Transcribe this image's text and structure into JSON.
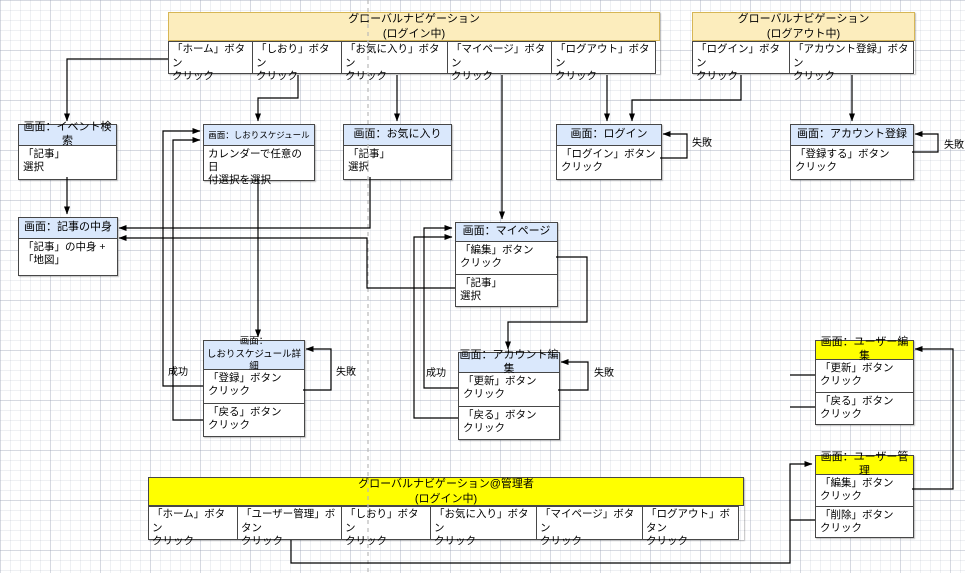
{
  "navs": {
    "logged_in": {
      "title": "グローバルナビゲーション\n(ログイン中)",
      "buttons": [
        "「ホーム」ボタン\nクリック",
        "「しおり」ボタン\nクリック",
        "「お気に入り」ボタン\nクリック",
        "「マイページ」ボタン\nクリック",
        "「ログアウト」ボタン\nクリック"
      ]
    },
    "logged_out": {
      "title": "グローバルナビゲーション\n(ログアウト中)",
      "buttons": [
        "「ログイン」ボタン\nクリック",
        "「アカウント登録」ボタン\nクリック"
      ]
    },
    "admin": {
      "title": "グローバルナビゲーション@管理者\n(ログイン中)",
      "buttons": [
        "「ホーム」ボタン\nクリック",
        "「ユーザー管理」ボタン\nクリック",
        "「しおり」ボタン\nクリック",
        "「お気に入り」ボタン\nクリック",
        "「マイページ」ボタン\nクリック",
        "「ログアウト」ボタン\nクリック"
      ]
    }
  },
  "screens": {
    "event_search": {
      "title": "画面：イベント検索",
      "rows": [
        "「記事」\n選択"
      ]
    },
    "shiori_schedule": {
      "title": "画面：しおりスケジュール",
      "rows": [
        "カレンダーで任意の日\n付選択を選択"
      ]
    },
    "favorites": {
      "title": "画面：お気に入り",
      "rows": [
        "「記事」\n選択"
      ]
    },
    "login": {
      "title": "画面：ログイン",
      "rows": [
        "「ログイン」ボタン\nクリック"
      ]
    },
    "account_register": {
      "title": "画面：アカウント登録",
      "rows": [
        "「登録する」ボタン\nクリック"
      ]
    },
    "article": {
      "title": "画面：記事の中身",
      "rows": [
        "「記事」の中身 +\n「地図」"
      ]
    },
    "mypage": {
      "title": "画面：マイページ",
      "rows": [
        "「編集」ボタン\nクリック",
        "「記事」\n選択"
      ]
    },
    "shiori_detail": {
      "title": "画面：\nしおりスケジュール詳細",
      "rows": [
        "「登録」ボタン\nクリック",
        "「戻る」ボタン\nクリック"
      ]
    },
    "account_edit": {
      "title": "画面：アカウント編集",
      "rows": [
        "「更新」ボタン\nクリック",
        "「戻る」ボタン\nクリック"
      ]
    },
    "user_edit": {
      "title": "画面：ユーザー編集",
      "rows": [
        "「更新」ボタン\nクリック",
        "「戻る」ボタン\nクリック"
      ]
    },
    "user_admin": {
      "title": "画面：ユーザー管理",
      "rows": [
        "「編集」ボタン\nクリック",
        "「削除」ボタン\nクリック"
      ]
    }
  },
  "labels": {
    "shiori_success": "成功",
    "shiori_fail": "失敗",
    "account_success": "成功",
    "account_fail": "失敗",
    "login_fail": "失敗",
    "register_fail": "失敗"
  },
  "colors": {
    "screen_header": "#dae8fc",
    "nav_header": "#fcedbd",
    "admin_header": "#ffff00",
    "border": "#474747",
    "background": "#ffffff"
  }
}
